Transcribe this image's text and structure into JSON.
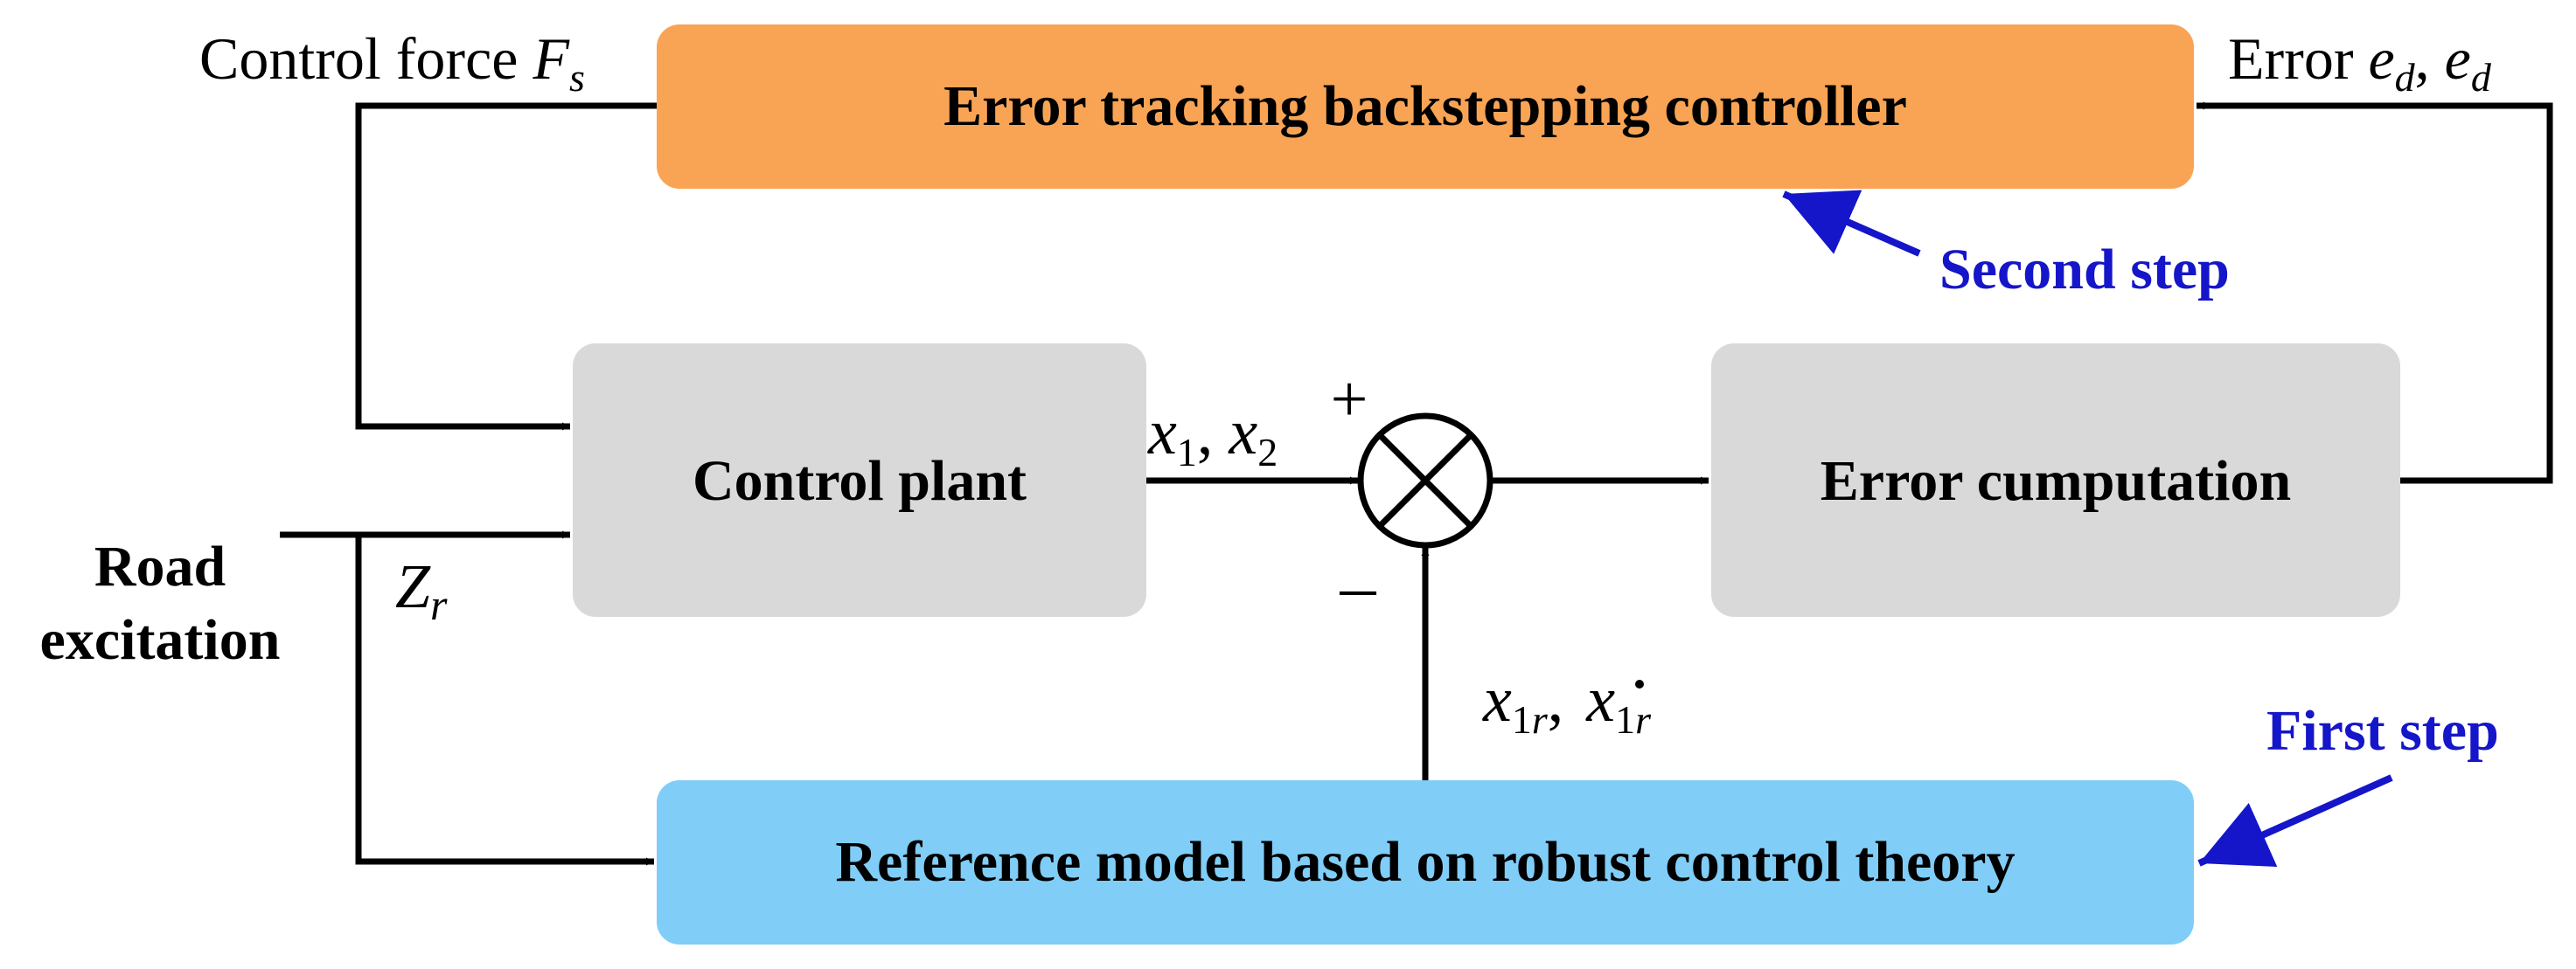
{
  "colors": {
    "controller_fill": "#F9A455",
    "plant_fill": "#D9D9D9",
    "reference_fill": "#80CDF7",
    "step_accent": "#1515C9",
    "line": "#000000"
  },
  "blocks": {
    "controller": "Error tracking backstepping controller",
    "plant": "Control plant",
    "error": "Error cumputation",
    "reference": "Reference model based on robust control theory"
  },
  "summing_junction": {
    "symbol": "cross-circle",
    "plus_sign": "+",
    "minus_sign": "–"
  },
  "labels": {
    "control_force_text": "Control force ",
    "control_force_symbol": "F",
    "control_force_sub": "s",
    "error_text": "Error ",
    "error_symbol": "e",
    "error_sub": "d",
    "error_sep": ", ",
    "road_line1": "Road",
    "road_line2": "excitation",
    "zr_symbol": "Z",
    "zr_sub": "r",
    "x_symbol": "x",
    "sub_1": "1",
    "sub_2": "2",
    "sub_1r_digit": "1",
    "sub_1r_letter": "r",
    "comma": ","
  },
  "annotations": {
    "second_step": "Second step",
    "first_step": "First step"
  }
}
